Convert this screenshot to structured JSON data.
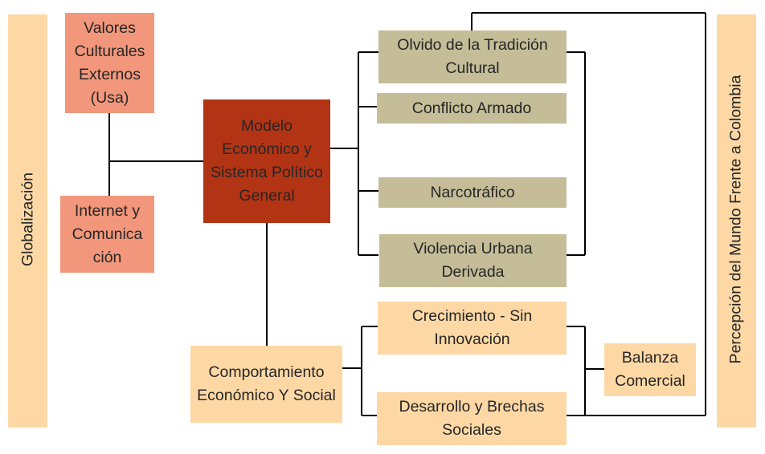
{
  "colors": {
    "salmon": "#f2977c",
    "rust": "#b33414",
    "khaki": "#c4bd98",
    "peach": "#fdd8a5",
    "line": "#000000"
  },
  "side_left": {
    "label": "Globalización"
  },
  "side_right": {
    "label": "Percepción del Mundo Frente a Colombia"
  },
  "boxes": {
    "valores": "Valores Culturales Externos (Usa)",
    "internet": "Internet y Comunica ción",
    "modelo": "Modelo Económico y Sistema Político General",
    "olvido": "Olvido de la Tradición Cultural",
    "conflicto": "Conflicto Armado",
    "narco": "Narcotráfico",
    "violencia": "Violencia Urbana Derivada",
    "comportamiento": "Comportamiento Económico Y Social",
    "crecimiento": "Crecimiento - Sin Innovación",
    "desarrollo": "Desarrollo y Brechas Sociales",
    "balanza": "Balanza Comercial"
  }
}
